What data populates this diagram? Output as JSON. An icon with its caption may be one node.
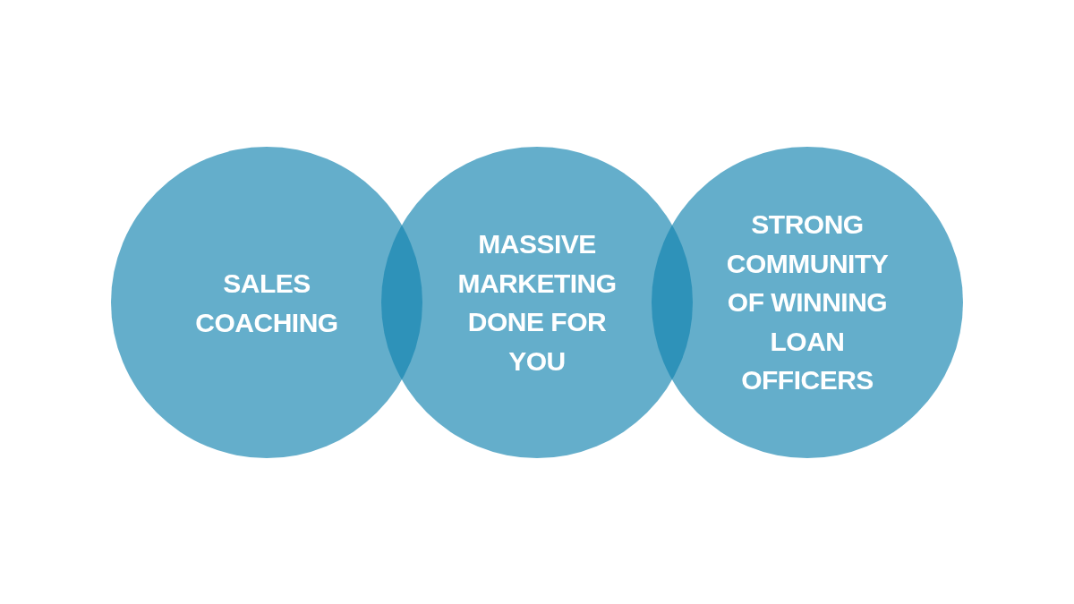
{
  "diagram": {
    "nodes": [
      {
        "text": [
          "SALES COACHING"
        ]
      },
      {
        "text": [
          "MASSIVE MARKETING DONE FOR YOU"
        ]
      },
      {
        "text": [
          "STRONG COMMUNITY OF WINNING LOAN OFFICERS"
        ]
      }
    ]
  }
}
